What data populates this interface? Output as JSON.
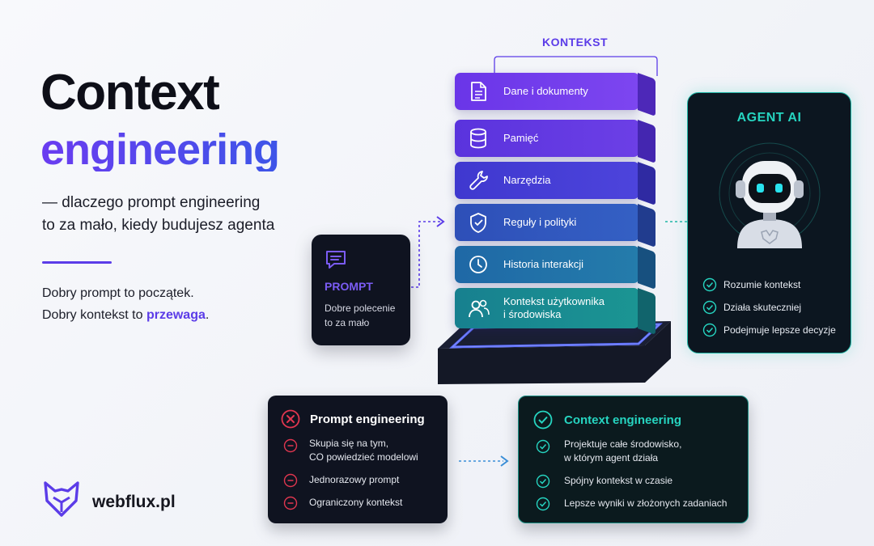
{
  "hero": {
    "title_line1": "Context",
    "title_line2": "engineering",
    "subtitle_line1": "— dlaczego prompt engineering",
    "subtitle_line2": "to za mało, kiedy budujesz agenta",
    "tagline_line1": "Dobry prompt to początek.",
    "tagline_line2_pre": "Dobry kontekst to ",
    "tagline_line2_accent": "przewaga",
    "tagline_line2_post": "."
  },
  "prompt_card": {
    "icon": "chat-message-icon",
    "label": "PROMPT",
    "desc_line1": "Dobre polecenie",
    "desc_line2": "to za mało"
  },
  "context_stack": {
    "header": "KONTEKST",
    "layers": [
      {
        "label": "Dane i dokumenty",
        "icon": "document-icon",
        "color_a": "#6a35e8",
        "color_b": "#7d46f0"
      },
      {
        "label": "Pamięć",
        "icon": "database-icon",
        "color_a": "#5a33dd",
        "color_b": "#6c3fe6"
      },
      {
        "label": "Narzędzia",
        "icon": "wrench-icon",
        "color_a": "#3f38cf",
        "color_b": "#4d44dc"
      },
      {
        "label": "Reguły i polityki",
        "icon": "shield-icon",
        "color_a": "#2e4fb8",
        "color_b": "#3460c4"
      },
      {
        "label": "Historia interakcji",
        "icon": "clock-icon",
        "color_a": "#1f68a6",
        "color_b": "#247cab"
      },
      {
        "label_line1": "Kontekst użytkownika",
        "label_line2": "i środowiska",
        "icon": "users-icon",
        "color_a": "#17808f",
        "color_b": "#1b9593"
      }
    ]
  },
  "agent_card": {
    "title": "AGENT AI",
    "items": [
      "Rozumie kontekst",
      "Działa skuteczniej",
      "Podejmuje lepsze decyzje"
    ]
  },
  "prompt_engineering": {
    "title": "Prompt engineering",
    "items": [
      {
        "line1": "Skupia się na tym,",
        "line2": "CO powiedzieć modelowi"
      },
      {
        "line1": "Jednorazowy prompt"
      },
      {
        "line1": "Ograniczony kontekst"
      }
    ]
  },
  "context_engineering": {
    "title": "Context engineering",
    "items": [
      {
        "line1": "Projektuje całe środowisko,",
        "line2": "w którym agent działa"
      },
      {
        "line1": "Spójny kontekst w czasie"
      },
      {
        "line1": "Lepsze wyniki w złożonych zadaniach"
      }
    ]
  },
  "brand": {
    "name": "webflux.pl"
  },
  "colors": {
    "accent": "#5b3ce8",
    "teal": "#26d4c0",
    "red": "#e0364f",
    "dark_card": "#0f1320"
  }
}
